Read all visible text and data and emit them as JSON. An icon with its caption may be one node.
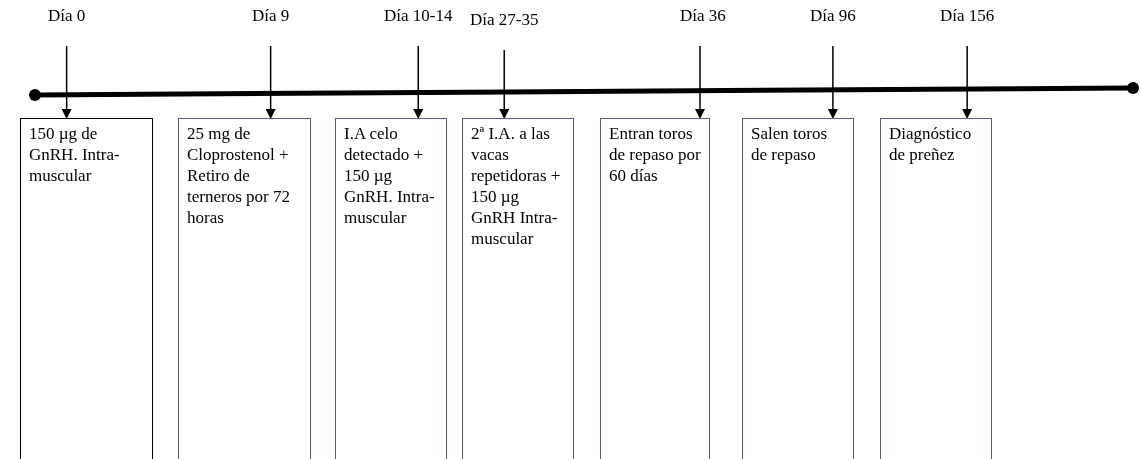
{
  "diagram": {
    "nodes": [
      {
        "text": [
          "Día 0"
        ]
      },
      {
        "text": [
          "Día 9"
        ]
      },
      {
        "text": [
          "Día 10-14"
        ]
      },
      {
        "text": [
          "Día 27-35"
        ]
      },
      {
        "text": [
          "Día 36"
        ]
      },
      {
        "text": [
          "Día 96"
        ]
      },
      {
        "text": [
          "Día 156"
        ]
      },
      {
        "text": [
          "150 µg de GnRH. Intra-muscular"
        ]
      },
      {
        "text": [
          "25 mg de Cloprostenol + Retiro de terneros por 72 horas"
        ]
      },
      {
        "text": [
          "I.A celo detectado + 150 µg GnRH. Intra-muscular"
        ]
      },
      {
        "text": [
          "2ª I.A. a las vacas repetidoras + 150 µg GnRH Intra-muscular"
        ]
      },
      {
        "text": [
          "Entran toros de repaso por 60 días"
        ]
      },
      {
        "text": [
          "Salen toros de repaso"
        ]
      },
      {
        "text": [
          "Diagnóstico de preñez"
        ]
      }
    ],
    "edges": [
      {
        "from": 0,
        "to": 7,
        "arrow": "to"
      },
      {
        "from": 1,
        "to": 8,
        "arrow": "to"
      },
      {
        "from": 2,
        "to": 9,
        "arrow": "to"
      },
      {
        "from": 3,
        "to": 10,
        "arrow": "to"
      },
      {
        "from": 4,
        "to": 11,
        "arrow": "to"
      },
      {
        "from": 5,
        "to": 12,
        "arrow": "to"
      },
      {
        "from": 6,
        "to": 13,
        "arrow": "to"
      }
    ]
  }
}
